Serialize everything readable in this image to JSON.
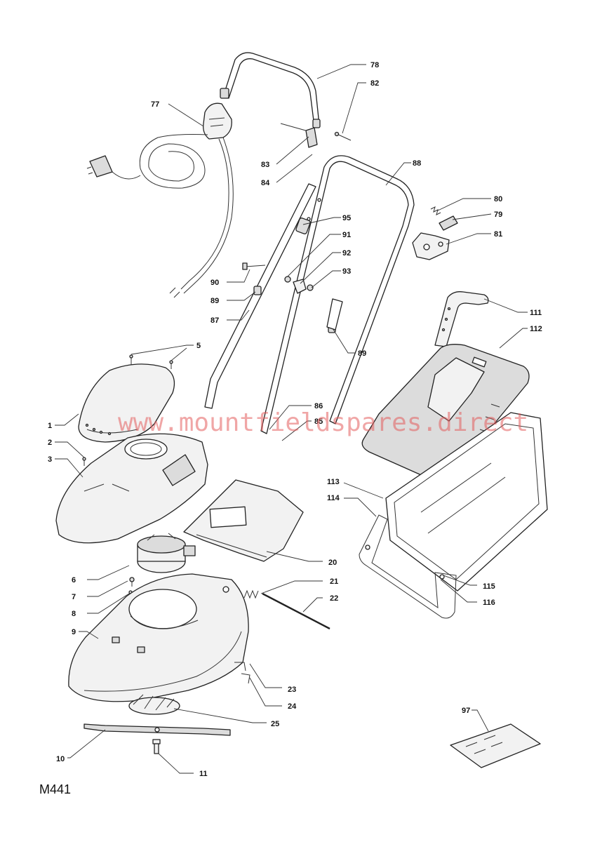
{
  "diagram": {
    "watermark": "www.mountfieldspares.direct",
    "reference": "M441"
  },
  "labels": {
    "l78": "78",
    "l82": "82",
    "l77": "77",
    "l83": "83",
    "l84": "84",
    "l88": "88",
    "l80": "80",
    "l79": "79",
    "l81": "81",
    "l95": "95",
    "l91": "91",
    "l92": "92",
    "l93": "93",
    "l90": "90",
    "l89a": "89",
    "l87": "87",
    "l89b": "89",
    "l111": "111",
    "l112": "112",
    "l5": "5",
    "l86": "86",
    "l85": "85",
    "l1": "1",
    "l2": "2",
    "l3": "3",
    "l113": "113",
    "l114": "114",
    "l20": "20",
    "l6": "6",
    "l7": "7",
    "l8": "8",
    "l21": "21",
    "l22": "22",
    "l9": "9",
    "l115": "115",
    "l116": "116",
    "l23": "23",
    "l24": "24",
    "l25": "25",
    "l97": "97",
    "l10": "10",
    "l11": "11"
  }
}
